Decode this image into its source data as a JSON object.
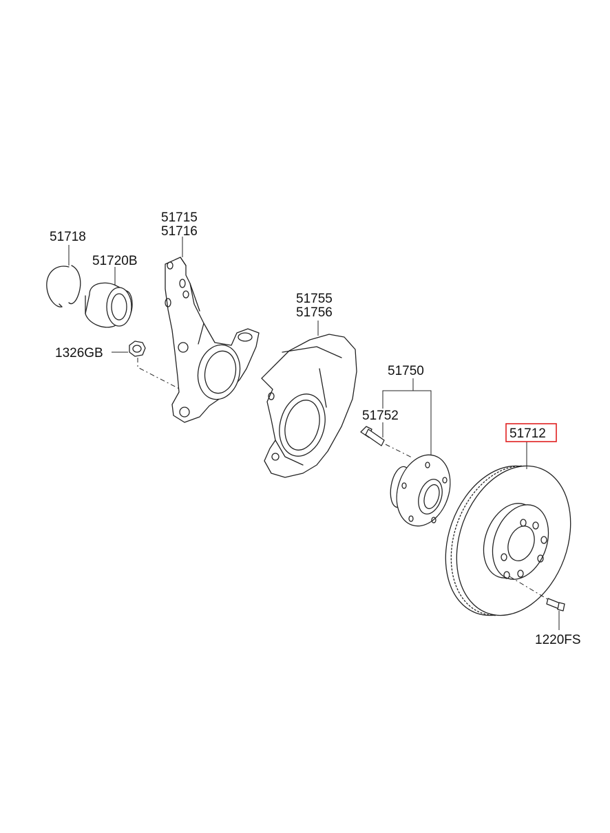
{
  "diagram": {
    "labels": {
      "snap_ring": "51718",
      "bearing": "51720B",
      "nut": "1326GB",
      "knuckle_1": "51715",
      "knuckle_2": "51716",
      "dust_cover_1": "51755",
      "dust_cover_2": "51756",
      "hub_assy": "51750",
      "hub_bolt": "51752",
      "brake_disc": "51712",
      "screw": "1220FS"
    },
    "highlight_color": "#e02020"
  }
}
